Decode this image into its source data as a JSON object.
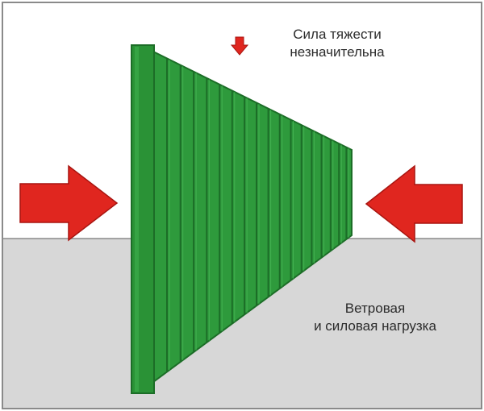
{
  "labels": {
    "gravity_line1": "Сила тяжести",
    "gravity_line2": "незначительна",
    "wind_line1": "Ветровая",
    "wind_line2": "и силовая нагрузка"
  },
  "colors": {
    "sky": "#ffffff",
    "ground": "#d7d7d7",
    "border": "#8a8a8a",
    "panel_green": "#2e9a3c",
    "panel_dark": "#1c6d27",
    "post_green": "#2a9236",
    "arrow_red": "#e0261f",
    "text": "#2b2b2b"
  },
  "icons": {
    "left_arrow": "arrow-right-icon",
    "right_arrow": "arrow-left-icon",
    "gravity_arrow": "arrow-down-icon"
  }
}
